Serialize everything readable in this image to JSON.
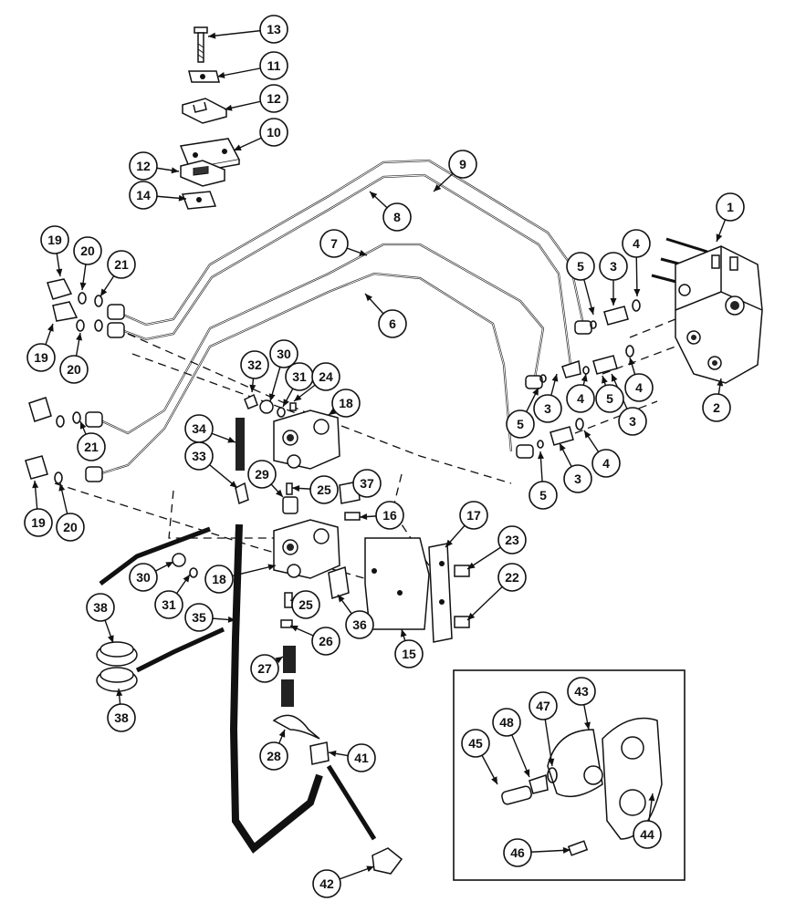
{
  "colors": {
    "ink": "#111111",
    "paper": "#ffffff"
  },
  "callouts": [
    {
      "id": "c13",
      "label": "13"
    },
    {
      "id": "c11",
      "label": "11"
    },
    {
      "id": "c12a",
      "label": "12"
    },
    {
      "id": "c10",
      "label": "10"
    },
    {
      "id": "c12b",
      "label": "12"
    },
    {
      "id": "c14",
      "label": "14"
    },
    {
      "id": "c9",
      "label": "9"
    },
    {
      "id": "c8",
      "label": "8"
    },
    {
      "id": "c7",
      "label": "7"
    },
    {
      "id": "c6",
      "label": "6"
    },
    {
      "id": "c1",
      "label": "1"
    },
    {
      "id": "c2",
      "label": "2"
    },
    {
      "id": "c4a",
      "label": "4"
    },
    {
      "id": "c3a",
      "label": "3"
    },
    {
      "id": "c5a",
      "label": "5"
    },
    {
      "id": "c4b",
      "label": "4"
    },
    {
      "id": "c5b",
      "label": "5"
    },
    {
      "id": "c4c",
      "label": "4"
    },
    {
      "id": "c3b",
      "label": "3"
    },
    {
      "id": "c5c",
      "label": "5"
    },
    {
      "id": "c3c",
      "label": "3"
    },
    {
      "id": "c4d",
      "label": "4"
    },
    {
      "id": "c3d",
      "label": "3"
    },
    {
      "id": "c5d",
      "label": "5"
    },
    {
      "id": "c19a",
      "label": "19"
    },
    {
      "id": "c20a",
      "label": "20"
    },
    {
      "id": "c21a",
      "label": "21"
    },
    {
      "id": "c19b",
      "label": "19"
    },
    {
      "id": "c20b",
      "label": "20"
    },
    {
      "id": "c21b",
      "label": "21"
    },
    {
      "id": "c19c",
      "label": "19"
    },
    {
      "id": "c20c",
      "label": "20"
    },
    {
      "id": "c32",
      "label": "32"
    },
    {
      "id": "c30a",
      "label": "30"
    },
    {
      "id": "c31a",
      "label": "31"
    },
    {
      "id": "c24",
      "label": "24"
    },
    {
      "id": "c18a",
      "label": "18"
    },
    {
      "id": "c34",
      "label": "34"
    },
    {
      "id": "c33",
      "label": "33"
    },
    {
      "id": "c29",
      "label": "29"
    },
    {
      "id": "c25a",
      "label": "25"
    },
    {
      "id": "c37",
      "label": "37"
    },
    {
      "id": "c16",
      "label": "16"
    },
    {
      "id": "c17",
      "label": "17"
    },
    {
      "id": "c23",
      "label": "23"
    },
    {
      "id": "c22",
      "label": "22"
    },
    {
      "id": "c30b",
      "label": "30"
    },
    {
      "id": "c31b",
      "label": "31"
    },
    {
      "id": "c18b",
      "label": "18"
    },
    {
      "id": "c35",
      "label": "35"
    },
    {
      "id": "c25b",
      "label": "25"
    },
    {
      "id": "c26",
      "label": "26"
    },
    {
      "id": "c36",
      "label": "36"
    },
    {
      "id": "c15",
      "label": "15"
    },
    {
      "id": "c38a",
      "label": "38"
    },
    {
      "id": "c38b",
      "label": "38"
    },
    {
      "id": "c27",
      "label": "27"
    },
    {
      "id": "c28",
      "label": "28"
    },
    {
      "id": "c41",
      "label": "41"
    },
    {
      "id": "c42",
      "label": "42"
    },
    {
      "id": "c45",
      "label": "45"
    },
    {
      "id": "c48",
      "label": "48"
    },
    {
      "id": "c47",
      "label": "47"
    },
    {
      "id": "c43",
      "label": "43"
    },
    {
      "id": "c44",
      "label": "44"
    },
    {
      "id": "c46",
      "label": "46"
    }
  ]
}
